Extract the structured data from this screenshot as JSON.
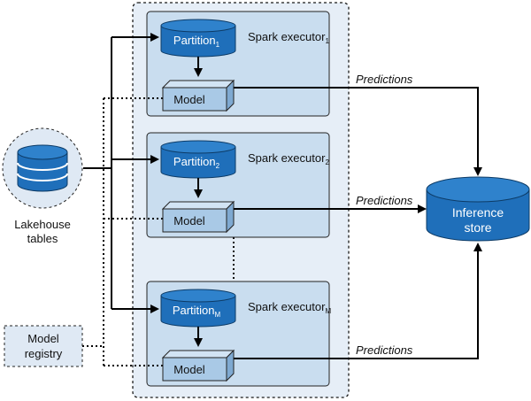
{
  "lakehouse": {
    "label_line1": "Lakehouse",
    "label_line2": "tables"
  },
  "registry": {
    "label_line1": "Model",
    "label_line2": "registry"
  },
  "inference_store": {
    "label_line1": "Inference",
    "label_line2": "store"
  },
  "executors": [
    {
      "partition_label": "Partition",
      "partition_sub": "1",
      "executor_label": "Spark executor",
      "executor_sub": "1",
      "model_label": "Model",
      "predictions_label": "Predictions"
    },
    {
      "partition_label": "Partition",
      "partition_sub": "2",
      "executor_label": "Spark executor",
      "executor_sub": "2",
      "model_label": "Model",
      "predictions_label": "Predictions"
    },
    {
      "partition_label": "Partition",
      "partition_sub": "M",
      "executor_label": "Spark executor",
      "executor_sub": "M",
      "model_label": "Model",
      "predictions_label": "Predictions"
    }
  ],
  "colors": {
    "cluster_fill": "#e6eef7",
    "executor_fill": "#c9ddef",
    "cylinder_blue": "#1f6fba",
    "model_face": "#a9c9e6",
    "model_side": "#7fa9d1",
    "lakehouse_circle": "#dfe9f4"
  }
}
